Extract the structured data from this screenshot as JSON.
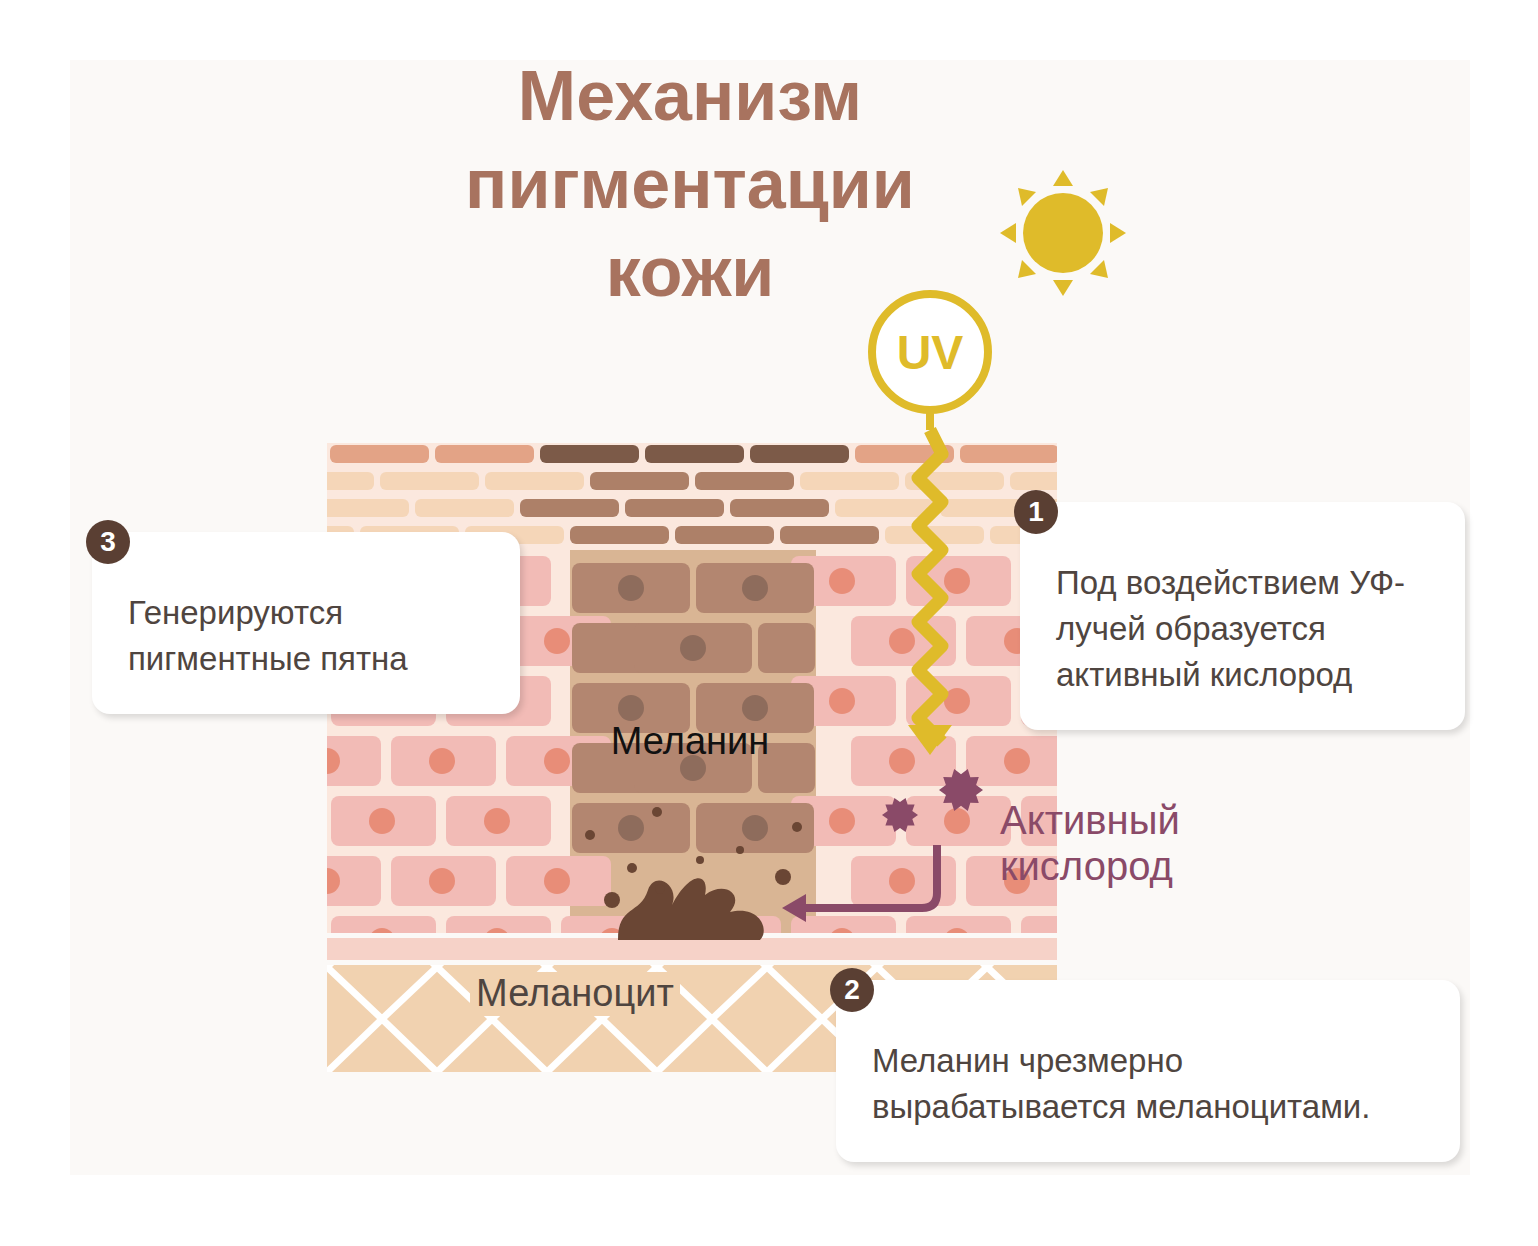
{
  "diagram": {
    "title": "Механизм пигментации кожи",
    "nodes": [
      {
        "text": [
          "UV"
        ]
      },
      {
        "text": [
          "3",
          "Генерируются пигментные пятна"
        ]
      },
      {
        "text": [
          "1",
          "Под воздействием УФ-лучей образуется активный кислород"
        ]
      },
      {
        "text": [
          "2",
          "Меланин чрезмерно вырабатывается меланоцитами."
        ]
      }
    ],
    "labels": [
      "Меланин",
      "Активный кислород",
      "Меланоцит"
    ]
  }
}
